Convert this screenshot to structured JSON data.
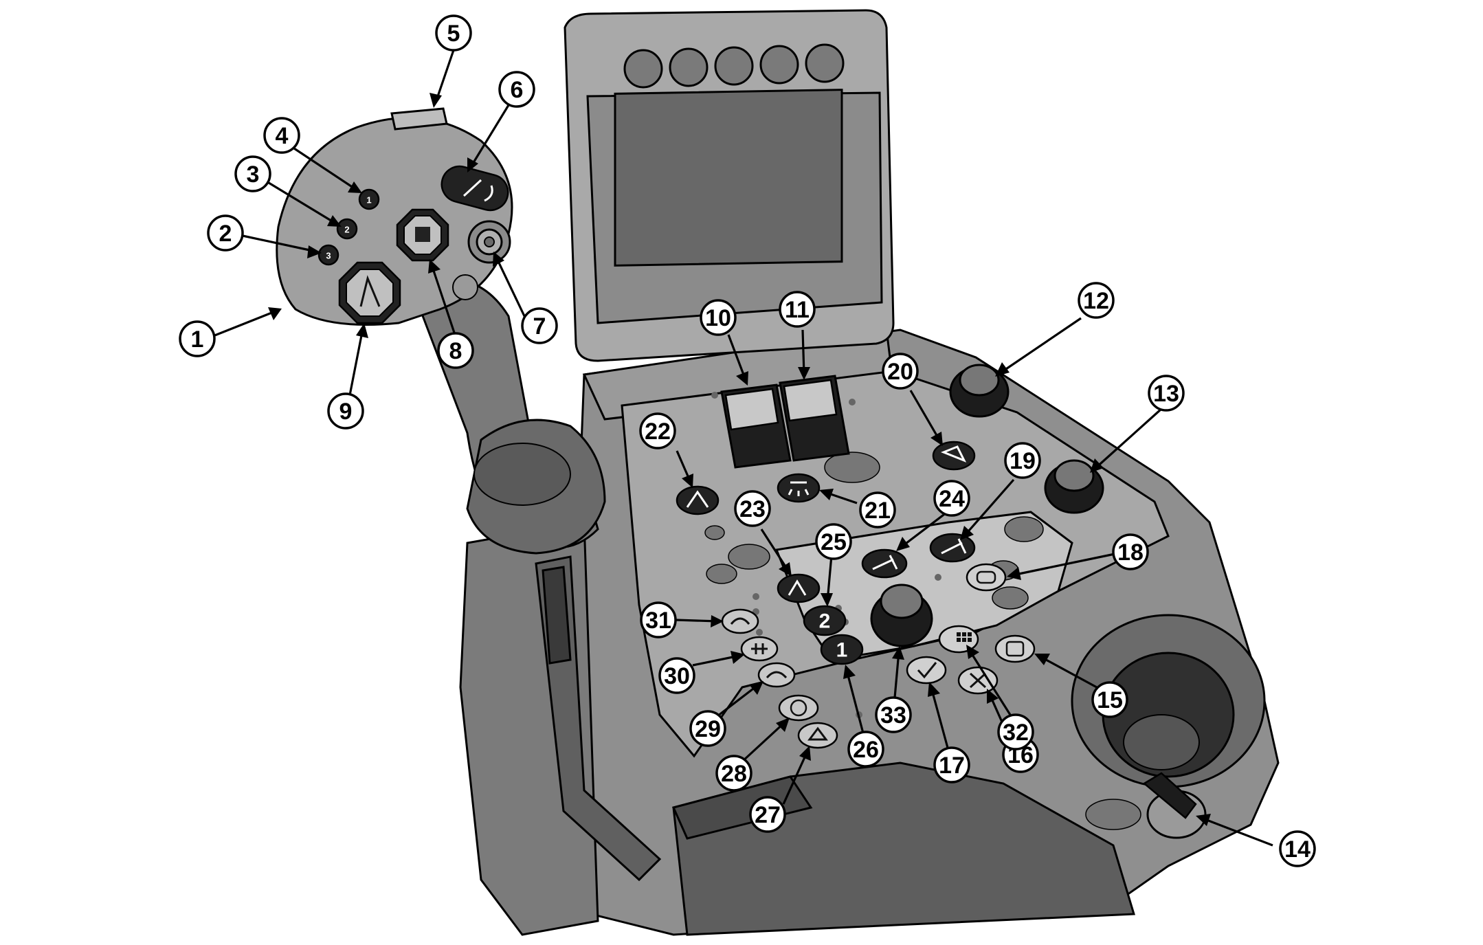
{
  "figure": {
    "callouts": [
      "1",
      "2",
      "3",
      "4",
      "5",
      "6",
      "7",
      "8",
      "9",
      "10",
      "11",
      "12",
      "13",
      "14",
      "15",
      "16",
      "17",
      "18",
      "19",
      "20",
      "21",
      "22",
      "23",
      "24",
      "25",
      "26",
      "27",
      "28",
      "29",
      "30",
      "31",
      "32",
      "33"
    ],
    "button_labels": {
      "mode_1": "1",
      "mode_2": "2",
      "mode_3": "3",
      "console_1": "1",
      "console_2": "2"
    },
    "icons": [
      "joystick-grip",
      "grip-mode-button",
      "multifunction-octagon-button",
      "roller-button",
      "push-button-7",
      "rocker-switch",
      "rotary-knob",
      "display-screen",
      "park-brake-icon",
      "check-icon",
      "cancel-icon",
      "info-icon",
      "menu-icon",
      "cup-holder",
      "key-switch",
      "indicator-light"
    ],
    "colors": {
      "background": "#ffffff",
      "housing": "#8f8f8f",
      "housing_dark": "#6e6e6e",
      "panel_light": "#b5b5b5",
      "screen": "#6a6a6a",
      "button_dark": "#222222",
      "outline": "#000000"
    }
  }
}
